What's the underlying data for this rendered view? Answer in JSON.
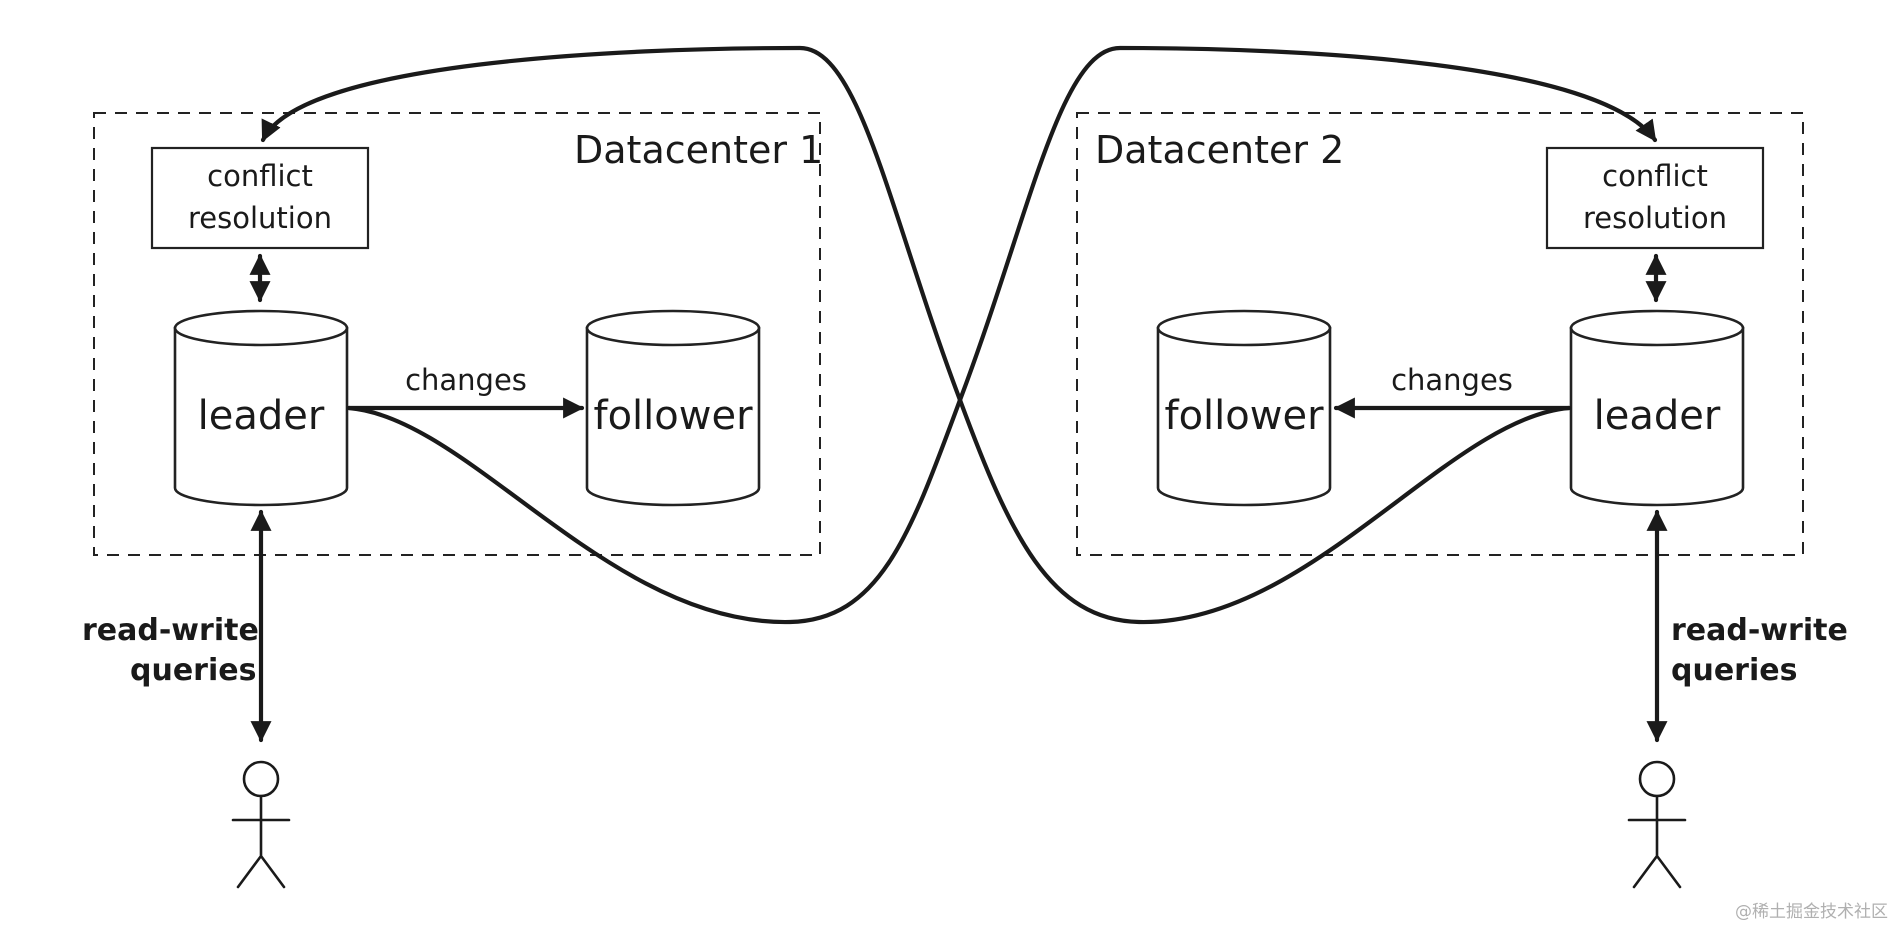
{
  "datacenters": [
    {
      "title": "Datacenter 1",
      "conflict_resolution": {
        "line1": "conflict",
        "line2": "resolution"
      },
      "leader_label": "leader",
      "follower_label": "follower",
      "changes_label": "changes",
      "queries": {
        "line1": "read-write",
        "line2": "queries"
      }
    },
    {
      "title": "Datacenter 2",
      "conflict_resolution": {
        "line1": "conflict",
        "line2": "resolution"
      },
      "leader_label": "leader",
      "follower_label": "follower",
      "changes_label": "changes",
      "queries": {
        "line1": "read-write",
        "line2": "queries"
      }
    }
  ],
  "watermark": "@稀土掘金技术社区",
  "colors": {
    "stroke": "#1a1a1a",
    "background": "#ffffff"
  }
}
